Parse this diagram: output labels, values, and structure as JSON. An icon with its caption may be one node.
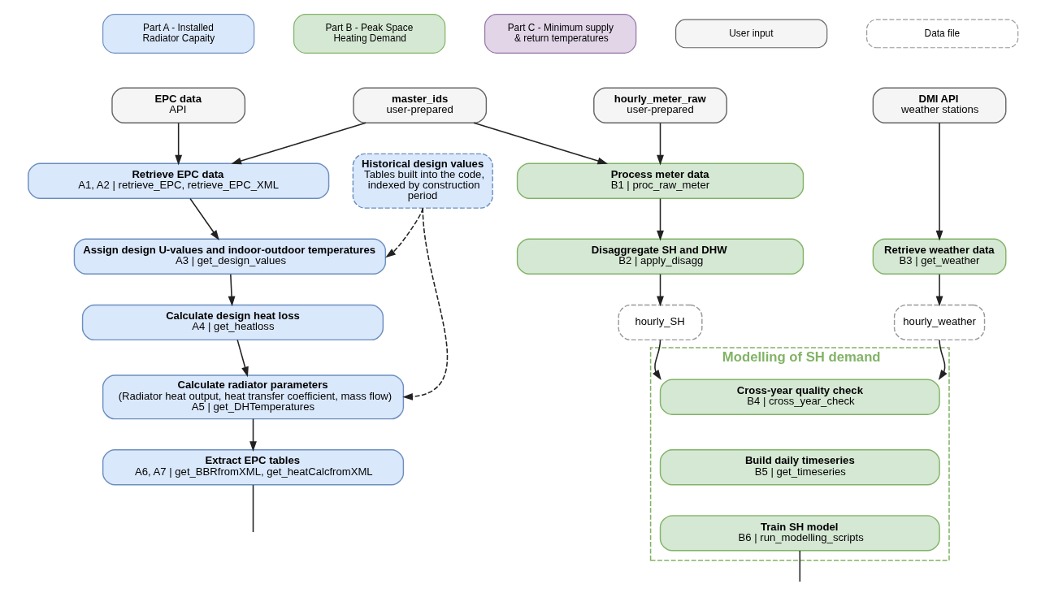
{
  "diagram": {
    "nodes": [
      {
        "text": [
          "EPC data",
          "API"
        ]
      },
      {
        "text": [
          "master_ids",
          "user-prepared"
        ]
      },
      {
        "text": [
          "hourly_meter_raw",
          "user-prepared"
        ]
      },
      {
        "text": [
          "DMI API",
          "weather stations"
        ]
      },
      {
        "text": [
          "Retrieve EPC data",
          "A1, A2 | retrieve_EPC, retrieve_EPC_XML"
        ]
      },
      {
        "text": [
          "Process meter data",
          "B1 | proc_raw_meter"
        ]
      },
      {
        "text": [
          "Historical design values",
          "Tables built into the code, indexed by construction period"
        ]
      },
      {
        "text": [
          "Assign design U-values and indoor-outdoor temperatures",
          "A3 | get_design_values"
        ]
      },
      {
        "text": [
          "Disaggregate SH and DHW",
          "B2 | apply_disagg"
        ]
      },
      {
        "text": [
          "Retrieve weather data",
          "B3 | get_weather"
        ]
      },
      {
        "text": [
          "hourly_SH"
        ]
      },
      {
        "text": [
          "hourly_weather"
        ]
      },
      {
        "text": [
          "Calculate design heat loss",
          "A4 | get_heatloss"
        ]
      },
      {
        "text": [
          "Modelling of SH demand"
        ]
      },
      {
        "text": [
          "Cross-year quality check",
          "B4 | cross_year_check"
        ],
        "in": 13
      },
      {
        "text": [
          "Calculate radiator parameters",
          "(Radiator heat output, heat transfer coefficient, mass flow)",
          "A5 | get_DHTemperatures"
        ]
      },
      {
        "text": [
          "Build daily timeseries",
          "B5 | get_timeseries"
        ],
        "in": 13
      },
      {
        "text": [
          "Extract EPC tables",
          "A6, A7 | get_BBRfromXML, get_heatCalcfromXML"
        ]
      },
      {
        "text": [
          "Train SH model",
          "B6 | run_modelling_scripts"
        ],
        "in": 13
      }
    ],
    "edges": [
      {
        "from": 0,
        "to": 4,
        "arrow": "to"
      },
      {
        "from": 1,
        "to": 4,
        "arrow": "to"
      },
      {
        "from": 1,
        "to": 5,
        "arrow": "to"
      },
      {
        "from": 2,
        "to": 5,
        "arrow": "to"
      },
      {
        "from": 3,
        "to": 9,
        "arrow": "to"
      },
      {
        "from": 4,
        "to": 7,
        "arrow": "to"
      },
      {
        "from": 6,
        "to": 7,
        "arrow": "to",
        "style": "dashed"
      },
      {
        "from": 6,
        "to": 15,
        "arrow": "to",
        "style": "dashed"
      },
      {
        "from": 5,
        "to": 8,
        "arrow": "to"
      },
      {
        "from": 8,
        "to": 10,
        "arrow": "to"
      },
      {
        "from": 9,
        "to": 11,
        "arrow": "to"
      },
      {
        "from": 10,
        "to": 14,
        "arrow": "to"
      },
      {
        "from": 11,
        "to": 14,
        "arrow": "to"
      },
      {
        "from": 7,
        "to": 12,
        "arrow": "to"
      },
      {
        "from": 12,
        "to": 15,
        "arrow": "to"
      },
      {
        "from": 15,
        "to": 17,
        "arrow": "to"
      },
      {
        "from": 17,
        "to": null,
        "arrow": "none"
      },
      {
        "from": 18,
        "to": null,
        "arrow": "none"
      }
    ],
    "legend": [
      {
        "text": "Part A - Installed Radiator Capaity",
        "color": "#dae8fc"
      },
      {
        "text": "Part B - Peak Space Heating Demand",
        "color": "#d5e8d4"
      },
      {
        "text": "Part C - Minimum supply & return temperatures",
        "color": "#e1d5e7"
      },
      {
        "text": "User input",
        "color": "#f5f5f5"
      },
      {
        "text": "Data file"
      }
    ]
  }
}
